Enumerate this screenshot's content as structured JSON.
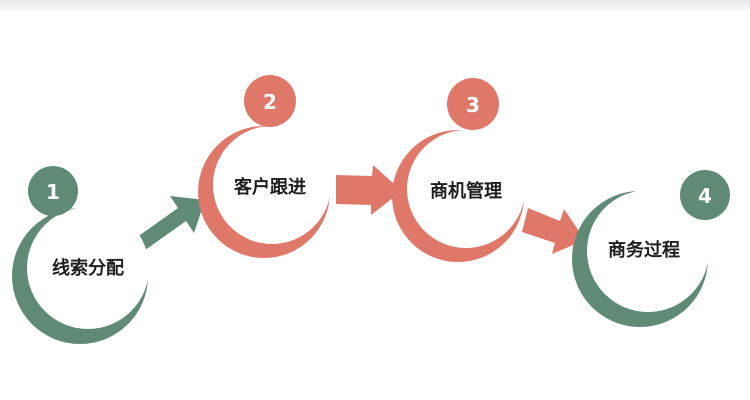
{
  "colors": {
    "green": "#5e8a76",
    "salmon": "#e0786a",
    "ring_inner": "#ffffff",
    "text": "#1f1f1f"
  },
  "steps": [
    {
      "number": "1",
      "label": "线索分配",
      "color": "green"
    },
    {
      "number": "2",
      "label": "客户跟进",
      "color": "salmon"
    },
    {
      "number": "3",
      "label": "商机管理",
      "color": "salmon"
    },
    {
      "number": "4",
      "label": "商务过程",
      "color": "green"
    }
  ]
}
